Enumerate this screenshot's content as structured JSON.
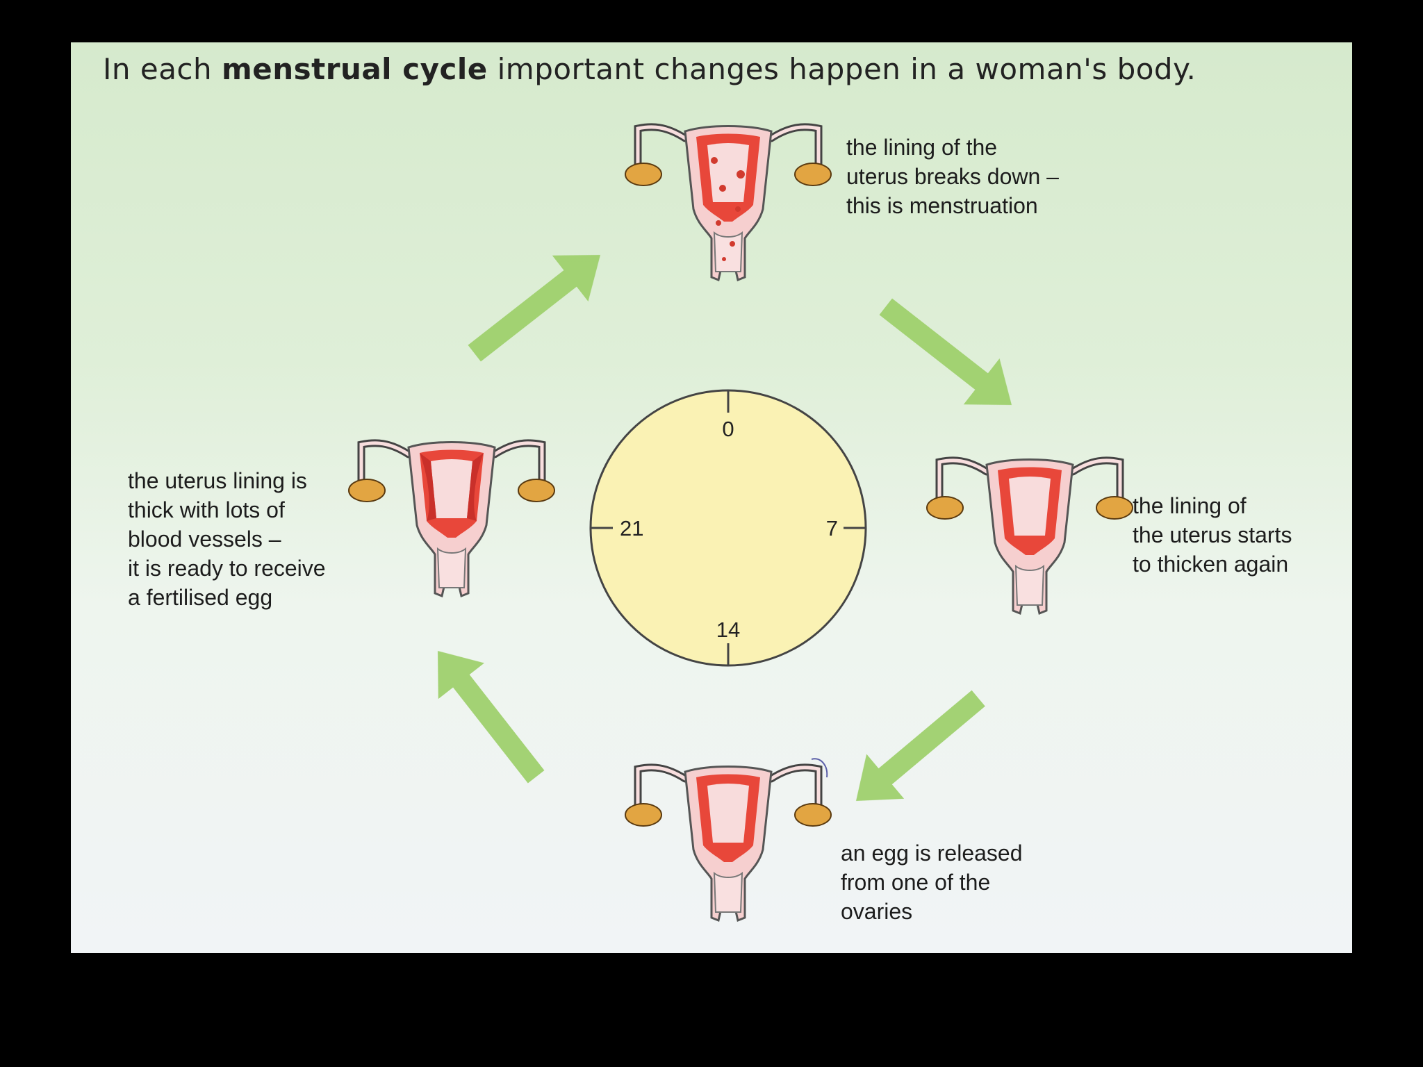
{
  "heading": {
    "prefix": "In each ",
    "emphasis": "menstrual cycle",
    "suffix": " important changes happen in a woman's body."
  },
  "dial": {
    "labels": {
      "top": "0",
      "right": "7",
      "bottom": "14",
      "left": "21"
    },
    "fill": "#faf2b4"
  },
  "stages": {
    "menstruation": {
      "lines": [
        "the lining of the",
        "uterus breaks down –",
        "this is menstruation"
      ]
    },
    "thickening": {
      "lines": [
        "the lining of",
        "the uterus starts",
        "to thicken again"
      ]
    },
    "ovulation": {
      "lines": [
        "an egg is released",
        "from one of the",
        "ovaries"
      ]
    },
    "ready": {
      "lines": [
        "the uterus lining is",
        "thick with lots of",
        "blood vessels –",
        "it is ready to receive",
        "a fertilised egg"
      ]
    }
  },
  "colors": {
    "arrow": "#9dcf6c",
    "uterus_fill": "#f7d0d0",
    "uterus_lining": "#e0453a",
    "ovary": "#e0a040",
    "dial_outline": "#444444"
  }
}
